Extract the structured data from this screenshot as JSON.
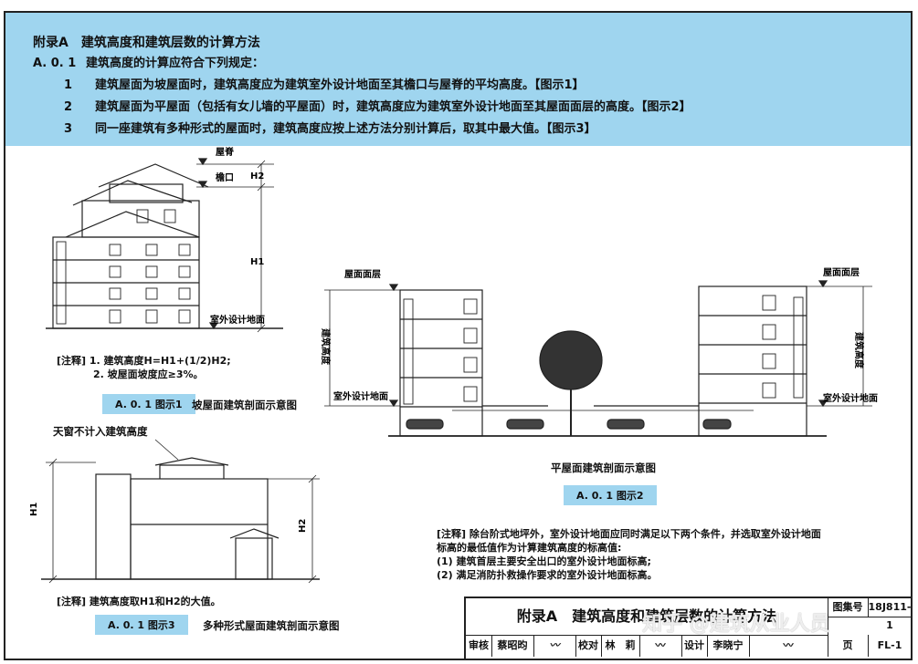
{
  "header": {
    "title": "附录A　建筑高度和建筑层数的计算方法",
    "lead_num": "A. 0. 1",
    "lead_text": "建筑高度的计算应符合下列规定：",
    "items": [
      {
        "num": "1",
        "text": "建筑屋面为坡屋面时，建筑高度应为建筑室外设计地面至其檐口与屋脊的平均高度。【图示1】"
      },
      {
        "num": "2",
        "text": "建筑屋面为平屋面（包括有女儿墙的平屋面）时，建筑高度应为建筑室外设计地面至其屋面面层的高度。【图示2】"
      },
      {
        "num": "3",
        "text": "同一座建筑有多种形式的屋面时，建筑高度应按上述方法分别计算后，取其中最大值。【图示3】"
      }
    ]
  },
  "fig1": {
    "labels": {
      "ridge": "屋脊",
      "eave": "檐口",
      "h2": "H2",
      "h1": "H1",
      "ground": "室外设计地面"
    },
    "note_lines": [
      "[注释] 1. 建筑高度H=H1+(1/2)H2;",
      "2. 坡屋面坡度应≥3%。"
    ],
    "tag": "A. 0. 1  图示1",
    "caption": "坡屋面建筑剖面示意图"
  },
  "fig2": {
    "labels": {
      "roof_left": "屋面面层",
      "roof_right": "屋面面层",
      "height_left": "建筑高度",
      "height_right": "建筑高度",
      "ground_left": "室外设计地面",
      "ground_right": "室外设计地面"
    },
    "caption": "平屋面建筑剖面示意图",
    "tag": "A. 0. 1  图示2",
    "note_lines": [
      "[注释] 除台阶式地坪外，室外设计地面应同时满足以下两个条件，并选取室外设计地面",
      "标高的最低值作为计算建筑高度的标高值:",
      "(1) 建筑首层主要安全出口的室外设计地面标高;",
      "(2) 满足消防扑救操作要求的室外设计地面标高。"
    ]
  },
  "fig3": {
    "labels": {
      "skylight": "天窗不计入建筑高度",
      "h1": "H1",
      "h2": "H2"
    },
    "note": "[注释] 建筑高度取H1和H2的大值。",
    "tag": "A. 0. 1  图示3",
    "caption": "多种形式屋面建筑剖面示意图"
  },
  "titleblock": {
    "title": "附录A　建筑高度和建筑层数的计算方法",
    "atlas_label": "图集号",
    "atlas_no": "18J811-1",
    "page_label": "页",
    "page_no": "FL-1",
    "review_label": "审核",
    "reviewer": "蔡昭昀",
    "check_label": "校对",
    "checker": "林　莉",
    "design_label": "设计",
    "designer": "李晓宁"
  },
  "watermark": "知乎 @建筑从业人员"
}
